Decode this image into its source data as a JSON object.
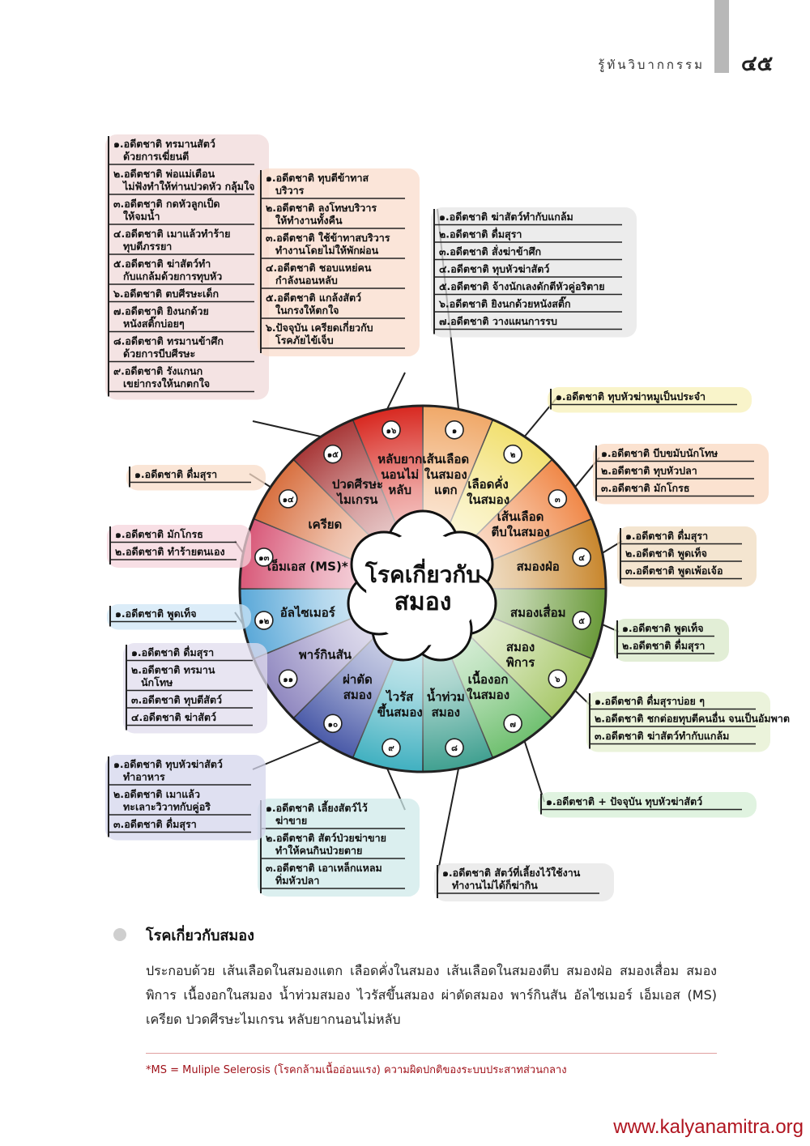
{
  "header": {
    "running_title": "รู้ทันวิบากกรรม",
    "page_number": "๔๕"
  },
  "diagram": {
    "center_label": [
      "โรคเกี่ยวกับ",
      "สมอง"
    ],
    "segments": [
      {
        "num": "๑",
        "lines": [
          "เส้นเลือด",
          "ในสมอง",
          "แตก"
        ],
        "color": "#f0a868"
      },
      {
        "num": "๒",
        "lines": [
          "เลือดคั่ง",
          "ในสมอง"
        ],
        "color": "#f2e070"
      },
      {
        "num": "๓",
        "lines": [
          "เส้นเลือด",
          "ตีบในสมอง"
        ],
        "color": "#f08848"
      },
      {
        "num": "๔",
        "lines": [
          "สมองฝ่อ"
        ],
        "color": "#c8862c"
      },
      {
        "num": "๕",
        "lines": [
          "สมองเสื่อม"
        ],
        "color": "#6a9a3a"
      },
      {
        "num": "๖",
        "lines": [
          "สมอง",
          "พิการ"
        ],
        "color": "#a8c86a"
      },
      {
        "num": "๗",
        "lines": [
          "เนื้องอก",
          "ในสมอง"
        ],
        "color": "#70c070"
      },
      {
        "num": "๘",
        "lines": [
          "น้ำท่วม",
          "สมอง"
        ],
        "color": "#40a090"
      },
      {
        "num": "๙",
        "lines": [
          "ไวรัส",
          "ขึ้นสมอง"
        ],
        "color": "#40b0c0"
      },
      {
        "num": "๑๐",
        "lines": [
          "ผ่าตัด",
          "สมอง"
        ],
        "color": "#4a5aa8"
      },
      {
        "num": "๑๑",
        "lines": [
          "พาร์กินสัน"
        ],
        "color": "#9088c0"
      },
      {
        "num": "๑๒",
        "lines": [
          "อัลไซเมอร์"
        ],
        "color": "#5aa8d8"
      },
      {
        "num": "๑๓",
        "lines": [
          "เอ็มเอส (MS)*"
        ],
        "color": "#d85878"
      },
      {
        "num": "๑๔",
        "lines": [
          "เครียด"
        ],
        "color": "#d87040"
      },
      {
        "num": "๑๕",
        "lines": [
          "ปวดศีรษะ",
          "ไมเกรน"
        ],
        "color": "#a83838"
      },
      {
        "num": "๑๖",
        "lines": [
          "หลับยาก",
          "นอนไม่",
          "หลับ"
        ],
        "color": "#d82820"
      }
    ],
    "boxes": [
      {
        "seg": 0,
        "color": "#e6e6e6",
        "items": [
          "๑.อดีตชาติ ฆ่าสัตว์ทำกับแกล้ม",
          "๒.อดีตชาติ ดื่มสุรา",
          "๓.อดีตชาติ สั่งฆ่าข้าศึก",
          "๔.อดีตชาติ ทุบหัวฆ่าสัตว์",
          "๕.อดีตชาติ จ้างนักเลงดักตีหัวคู่อริตาย",
          "๖.อดีตชาติ ยิงนกด้วยหนังสติ๊ก",
          "๗.อดีตชาติ วางแผนการรบ"
        ]
      },
      {
        "seg": 1,
        "color": "#f7f0b8",
        "items": [
          "๑.อดีตชาติ ทุบหัวฆ่าหมูเป็นประจำ"
        ]
      },
      {
        "seg": 2,
        "color": "#fad8c0",
        "items": [
          "๑.อดีตชาติ บีบขมับนักโทษ",
          "๒.อดีตชาติ ทุบหัวปลา",
          "๓.อดีตชาติ มักโกรธ"
        ]
      },
      {
        "seg": 3,
        "color": "#f0dcc0",
        "items": [
          "๑.อดีตชาติ ดื่มสุรา",
          "๒.อดีตชาติ พูดเท็จ",
          "๓.อดีตชาติ พูดเพ้อเจ้อ"
        ]
      },
      {
        "seg": 4,
        "color": "#d8e8c8",
        "items": [
          "๑.อดีตชาติ พูดเท็จ",
          "๒.อดีตชาติ ดื่มสุรา"
        ]
      },
      {
        "seg": 5,
        "color": "#e4efcf",
        "items": [
          "๑.อดีตชาติ ดื่มสุราบ่อย ๆ",
          "๒.อดีตชาติ ชกต่อยทุบตีคนอื่น จนเป็นอัมพาต",
          "๓.อดีตชาติ ฆ่าสัตว์ทำกับแกล้ม"
        ]
      },
      {
        "seg": 6,
        "color": "#d6efd6",
        "items": [
          "๑.อดีตชาติ + ปัจจุบัน ทุบหัวฆ่าสัตว์"
        ]
      },
      {
        "seg": 7,
        "color": "#e6e6e6",
        "items": [
          "๑.อดีตชาติ สัตว์ที่เลี้ยงไว้ใช้งาน ทำงานไม่ได้ก็ฆ่ากิน"
        ]
      },
      {
        "seg": 8,
        "color": "#cfeaea",
        "items": [
          "๑.อดีตชาติ เลี้ยงสัตว์ไว้ ฆ่าขาย",
          "๒.อดีตชาติ สัตว์ป่วยฆ่าขาย ทำให้คนกินป่วยตาย",
          "๓.อดีตชาติ เอาเหล็กแหลม ทิ่มหัวปลา"
        ]
      },
      {
        "seg": 9,
        "color": "#d4d6ec",
        "items": [
          "๑.อดีตชาติ ทุบหัวฆ่าสัตว์ ทำอาหาร",
          "๒.อดีตชาติ เมาแล้ว ทะเลาะวิวาทกับคู่อริ",
          "๓.อดีตชาติ ดื่มสุรา"
        ]
      },
      {
        "seg": 10,
        "color": "#e0dcee",
        "items": [
          "๑.อดีตชาติ ดื่มสุรา",
          "๒.อดีตชาติ ทรมาน นักโทษ",
          "๓.อดีตชาติ ทุบตีสัตว์",
          "๔.อดีตชาติ ฆ่าสัตว์"
        ]
      },
      {
        "seg": 11,
        "color": "#cfe6f5",
        "items": [
          "๑.อดีตชาติ พูดเท็จ"
        ]
      },
      {
        "seg": 12,
        "color": "#f5d4dc",
        "items": [
          "๑.อดีตชาติ มักโกรธ",
          "๒.อดีตชาติ ทำร้ายตนเอง"
        ]
      },
      {
        "seg": 13,
        "color": "#f8dcc8",
        "items": [
          "๑.อดีตชาติ ดื่มสุรา"
        ]
      },
      {
        "seg": 14,
        "color": "#f0dada",
        "items": [
          "๑.อดีตชาติ ทรมานสัตว์ ด้วยการเฆี่ยนตี",
          "๒.อดีตชาติ พ่อแม่เตือน ไม่ฟังทำให้ท่านปวดหัว กลุ้มใจ",
          "๓.อดีตชาติ กดหัวลูกเป็ด ให้จมน้ำ",
          "๔.อดีตชาติ เมาแล้วทำร้าย ทุบตีภรรยา",
          "๕.อดีตชาติ ฆ่าสัตว์ทำ กับแกล้มด้วยการทุบหัว",
          "๖.อดีตชาติ ตบศีรษะเด็ก",
          "๗.อดีตชาติ ยิงนกด้วย หนังสติ๊กบ่อยๆ",
          "๘.อดีตชาติ ทรมานข้าศึก ด้วยการบีบศีรษะ",
          "๙.อดีตชาติ รังแกนก เขย่ากรงให้นกตกใจ"
        ]
      },
      {
        "seg": 15,
        "color": "#fadccc",
        "items": [
          "๑.อดีตชาติ ทุบตีข้าทาส บริวาร",
          "๒.อดีตชาติ ลงโทษบริวาร ให้ทำงานทั้งคืน",
          "๓.อดีตชาติ ใช้ข้าทาสบริวาร ทำงานโดยไม่ให้พักผ่อน",
          "๔.อดีตชาติ ชอบแหย่คน กำลังนอนหลับ",
          "๕.อดีตชาติ แกล้งสัตว์ ในกรงให้ตกใจ",
          "๖.ปัจจุบัน เครียดเกี่ยวกับ โรคภัยไข้เจ็บ"
        ]
      }
    ]
  },
  "section": {
    "title": "โรคเกี่ยวกับสมอง",
    "body": "ประกอบด้วย เส้นเลือดในสมองแตก เลือดคั่งในสมอง เส้นเลือดในสมองตีบ สมองฝ่อ สมองเสื่อม สมองพิการ เนื้องอกในสมอง น้ำท่วมสมอง ไวรัสขึ้นสมอง ผ่าตัดสมอง พาร์กินสัน อัลไซเมอร์ เอ็มเอส (MS) เครียด ปวดศีรษะไมเกรน หลับยากนอนไม่หลับ"
  },
  "footnote": "*MS = Muliple Selerosis (โรคกล้ามเนื้ออ่อนแรง) ความผิดปกติของระบบประสาทส่วนกลาง",
  "site_url": "www.kalyanamitra.org"
}
